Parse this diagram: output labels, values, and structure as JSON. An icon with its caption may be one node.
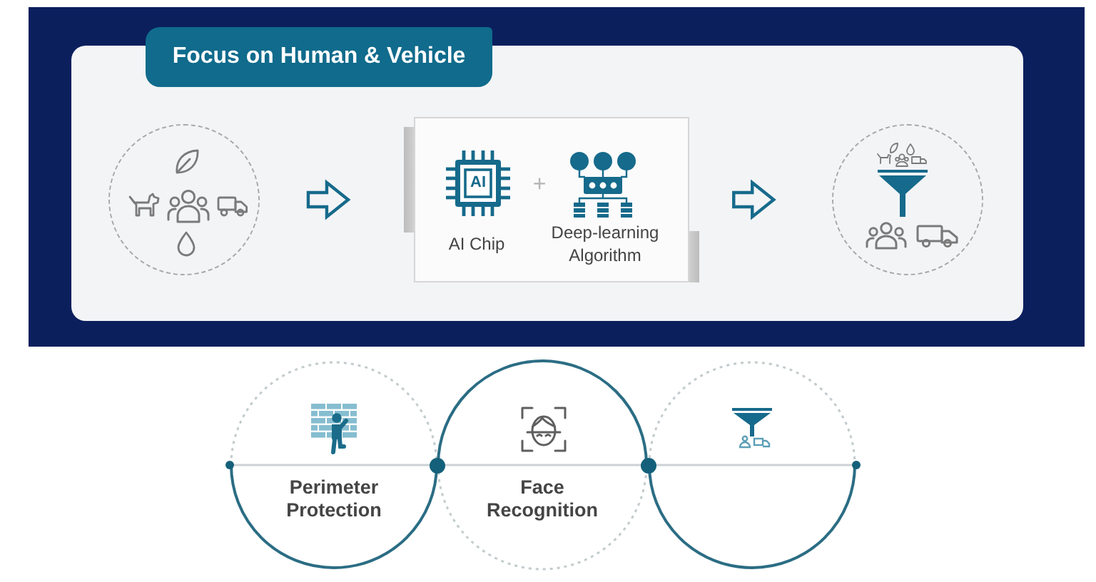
{
  "diagram": {
    "nodes": [
      {
        "text": [
          "Focus on Human & Vehicle"
        ]
      },
      {
        "text": [],
        "shape": "circle",
        "in": 0
      },
      {
        "text": [
          "AI",
          "AI Chip",
          "+",
          "Deep-learning Algorithm"
        ],
        "in": 0
      },
      {
        "text": [],
        "shape": "circle",
        "in": 0
      },
      {
        "text": [
          "Perimeter Protection"
        ]
      },
      {
        "text": [
          "Face Recognition"
        ]
      },
      {
        "text": [],
        "shape": "circle"
      }
    ],
    "edges": [
      {
        "from": 1,
        "to": 2,
        "arrow": "to"
      },
      {
        "from": 2,
        "to": 3,
        "arrow": "to"
      }
    ]
  }
}
